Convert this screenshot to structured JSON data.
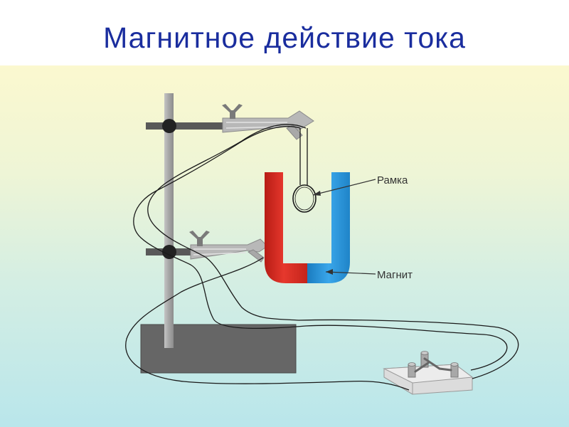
{
  "slide": {
    "title": "Магнитное действие тока"
  },
  "labels": {
    "frame": "Рамка",
    "magnet": "Магнит"
  },
  "colors": {
    "title": "#1a2d9e",
    "content_top": "#fbf8cf",
    "content_bottom": "#b9e6eb",
    "stand_rod": "#a8a8a8",
    "stand_base": "#666666",
    "clamp_bar": "#595959",
    "holder": "#b5b5b5",
    "joint": "#222222",
    "magnet_north": "#dc2b22",
    "magnet_south": "#2a96dc",
    "wire": "#1a1a1a",
    "switch_base": "#dcdcdc",
    "label_text": "#333333"
  },
  "icons": {
    "switch": "knife-switch-icon"
  }
}
